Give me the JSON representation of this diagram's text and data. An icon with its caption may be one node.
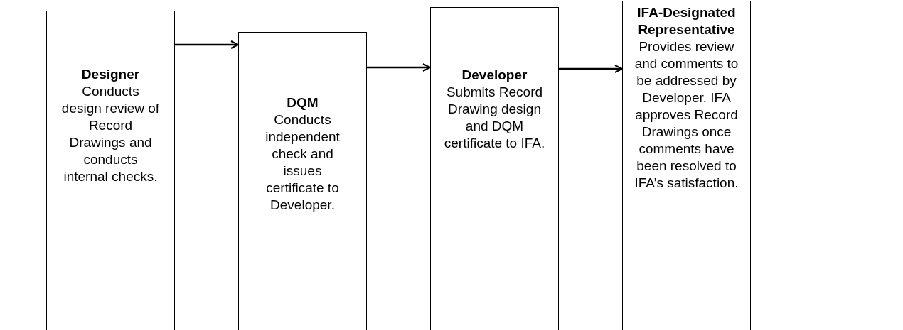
{
  "diagram": {
    "nodes": [
      {
        "text": [
          "Designer",
          "Conducts design review of Record Drawings and conducts internal checks."
        ]
      },
      {
        "text": [
          "DQM",
          "Conducts independent check and issues certificate to Developer."
        ]
      },
      {
        "text": [
          "Developer",
          "Submits Record Drawing design and DQM certificate to IFA."
        ]
      },
      {
        "text": [
          "IFA-Designated Representative",
          "Provides review and comments to be addressed by Developer. IFA approves Record Drawings once comments have been resolved to IFA’s satisfaction."
        ]
      }
    ],
    "edges": [
      {
        "from": 0,
        "to": 1,
        "arrow": "to"
      },
      {
        "from": 1,
        "to": 2,
        "arrow": "to"
      },
      {
        "from": 2,
        "to": 3,
        "arrow": "to"
      }
    ]
  }
}
